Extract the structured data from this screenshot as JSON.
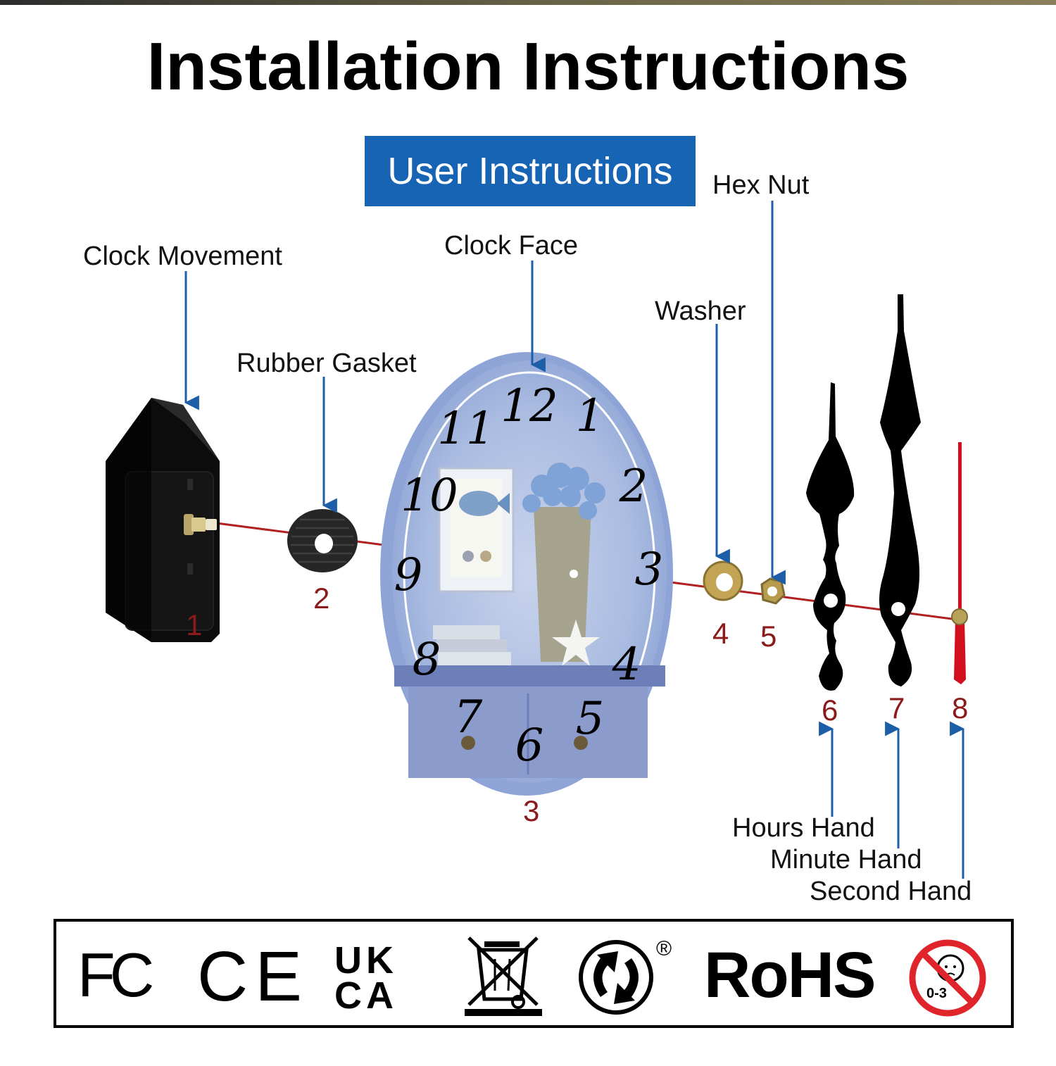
{
  "title": "Installation Instructions",
  "subtitle": "User Instructions",
  "parts": [
    {
      "number": "1",
      "label": "Clock Movement"
    },
    {
      "number": "2",
      "label": "Rubber Gasket"
    },
    {
      "number": "3",
      "label": "Clock Face"
    },
    {
      "number": "4",
      "label": "Washer"
    },
    {
      "number": "5",
      "label": "Hex Nut"
    },
    {
      "number": "6",
      "label": "Hours Hand"
    },
    {
      "number": "7",
      "label": "Minute Hand"
    },
    {
      "number": "8",
      "label": "Second Hand"
    }
  ],
  "clock_numerals": [
    "12",
    "1",
    "2",
    "3",
    "4",
    "5",
    "6",
    "7",
    "8",
    "9",
    "10",
    "11"
  ],
  "certifications": {
    "fc": "FC",
    "ce": "CE",
    "ukca_top": "UK",
    "ukca_bottom": "CA",
    "registered": "®",
    "rohs": "RoHS",
    "age": "0-3"
  },
  "colors": {
    "accent_blue": "#1763b4",
    "leader_blue": "#1d5ea8",
    "number_red": "#8b1a1a",
    "axis_red": "#b02020",
    "second_hand_red": "#d10f1f",
    "no_sign_red": "#e0242b",
    "face_blue": "#9fb3dc"
  },
  "icons": [
    "clock-movement-icon",
    "rubber-gasket-icon",
    "clock-face-icon",
    "washer-icon",
    "hex-nut-icon",
    "hour-hand-icon",
    "minute-hand-icon",
    "second-hand-icon",
    "fc-mark-icon",
    "ce-mark-icon",
    "ukca-mark-icon",
    "weee-bin-icon",
    "green-dot-icon",
    "rohs-mark-icon",
    "age-warning-icon"
  ]
}
